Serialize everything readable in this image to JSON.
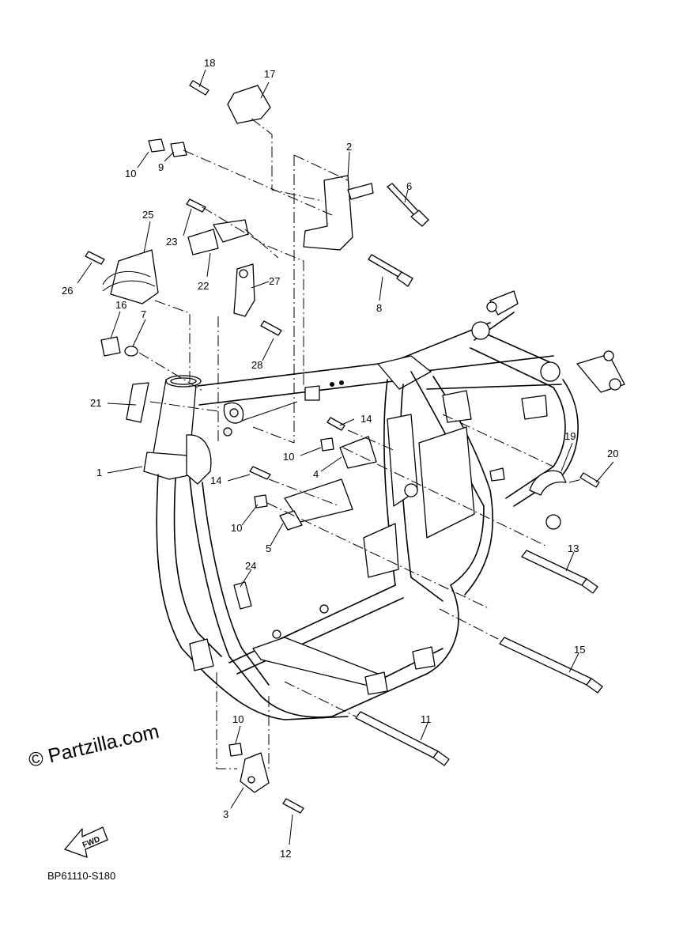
{
  "watermark": "© Partzilla.com",
  "direction_label": "FWD",
  "diagram_code": "BP61110-S180",
  "parts": [
    {
      "id": "p1",
      "number": "1"
    },
    {
      "id": "p2",
      "number": "2"
    },
    {
      "id": "p3",
      "number": "3"
    },
    {
      "id": "p4",
      "number": "4"
    },
    {
      "id": "p5",
      "number": "5"
    },
    {
      "id": "p6",
      "number": "6"
    },
    {
      "id": "p7",
      "number": "7"
    },
    {
      "id": "p8",
      "number": "8"
    },
    {
      "id": "p9",
      "number": "9"
    },
    {
      "id": "p10a",
      "number": "10"
    },
    {
      "id": "p10b",
      "number": "10"
    },
    {
      "id": "p10c",
      "number": "10"
    },
    {
      "id": "p10d",
      "number": "10"
    },
    {
      "id": "p11",
      "number": "11"
    },
    {
      "id": "p12",
      "number": "12"
    },
    {
      "id": "p13",
      "number": "13"
    },
    {
      "id": "p14a",
      "number": "14"
    },
    {
      "id": "p14b",
      "number": "14"
    },
    {
      "id": "p15",
      "number": "15"
    },
    {
      "id": "p16",
      "number": "16"
    },
    {
      "id": "p17",
      "number": "17"
    },
    {
      "id": "p18",
      "number": "18"
    },
    {
      "id": "p19",
      "number": "19"
    },
    {
      "id": "p20",
      "number": "20"
    },
    {
      "id": "p21",
      "number": "21"
    },
    {
      "id": "p22",
      "number": "22"
    },
    {
      "id": "p23",
      "number": "23"
    },
    {
      "id": "p24",
      "number": "24"
    },
    {
      "id": "p25",
      "number": "25"
    },
    {
      "id": "p26",
      "number": "26"
    },
    {
      "id": "p27",
      "number": "27"
    },
    {
      "id": "p28",
      "number": "28"
    }
  ]
}
